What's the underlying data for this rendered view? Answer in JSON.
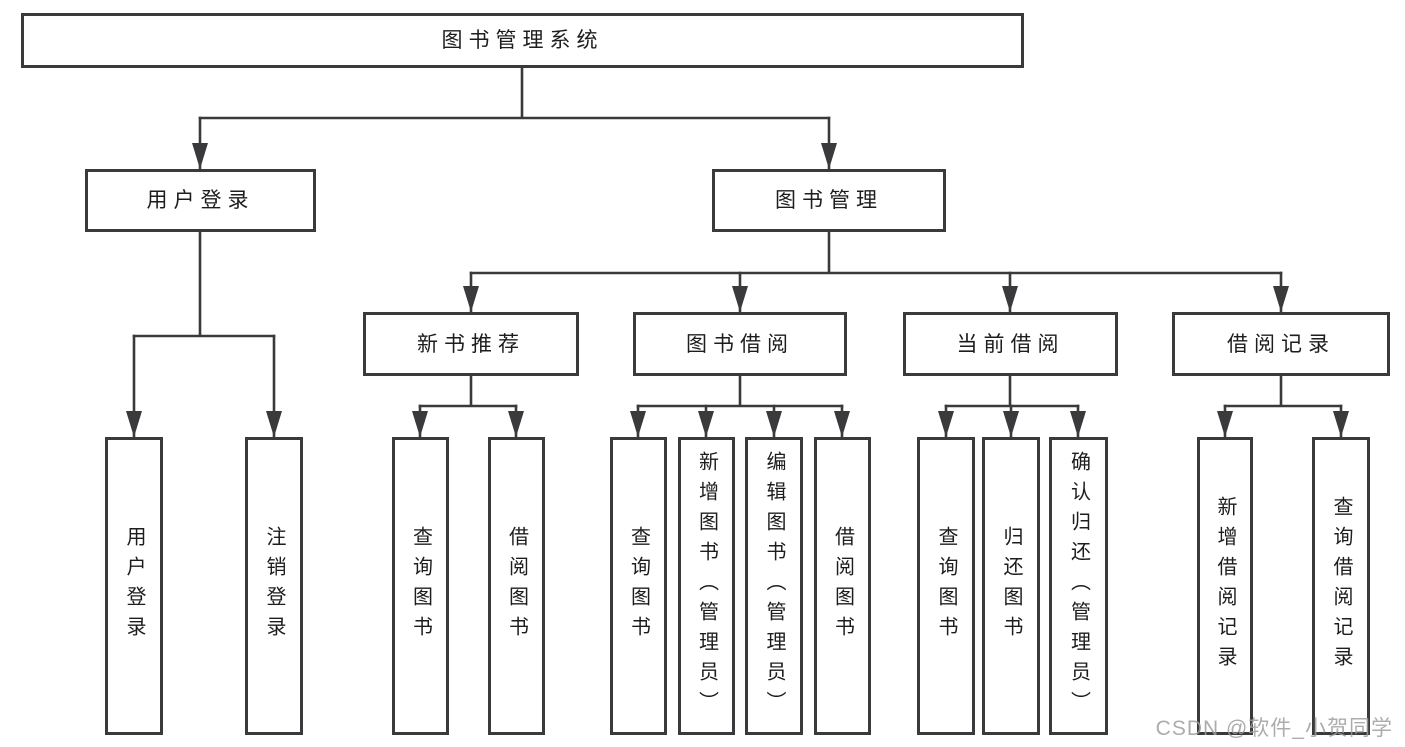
{
  "colors": {
    "line": "#3a3a3c",
    "text": "#1d1d1f",
    "watermark": "#9e9e9e",
    "bg": "#ffffff"
  },
  "tree": {
    "root": {
      "label": "图书管理系统"
    },
    "user_login": {
      "label": "用户登录",
      "children": {
        "login": {
          "label": "用户登录"
        },
        "logout": {
          "label": "注销登录"
        }
      }
    },
    "book_management": {
      "label": "图书管理",
      "children": {
        "new_book_recommend": {
          "label": "新书推荐",
          "children": {
            "query_books": {
              "label": "查询图书"
            },
            "borrow_books": {
              "label": "借阅图书"
            }
          }
        },
        "book_borrowing": {
          "label": "图书借阅",
          "children": {
            "query_books": {
              "label": "查询图书"
            },
            "add_books": {
              "label": "新增图书（管理员）"
            },
            "edit_books": {
              "label": "编辑图书（管理员）"
            },
            "borrow_books": {
              "label": "借阅图书"
            }
          }
        },
        "current_borrowing": {
          "label": "当前借阅",
          "children": {
            "query_books": {
              "label": "查询图书"
            },
            "return_books": {
              "label": "归还图书"
            },
            "confirm_return": {
              "label": "确认归还（管理员）"
            }
          }
        },
        "borrowing_records": {
          "label": "借阅记录",
          "children": {
            "add_record": {
              "label": "新增借阅记录"
            },
            "query_record": {
              "label": "查询借阅记录"
            }
          }
        }
      }
    }
  },
  "watermark": {
    "text": "CSDN @软件_小贺同学"
  }
}
